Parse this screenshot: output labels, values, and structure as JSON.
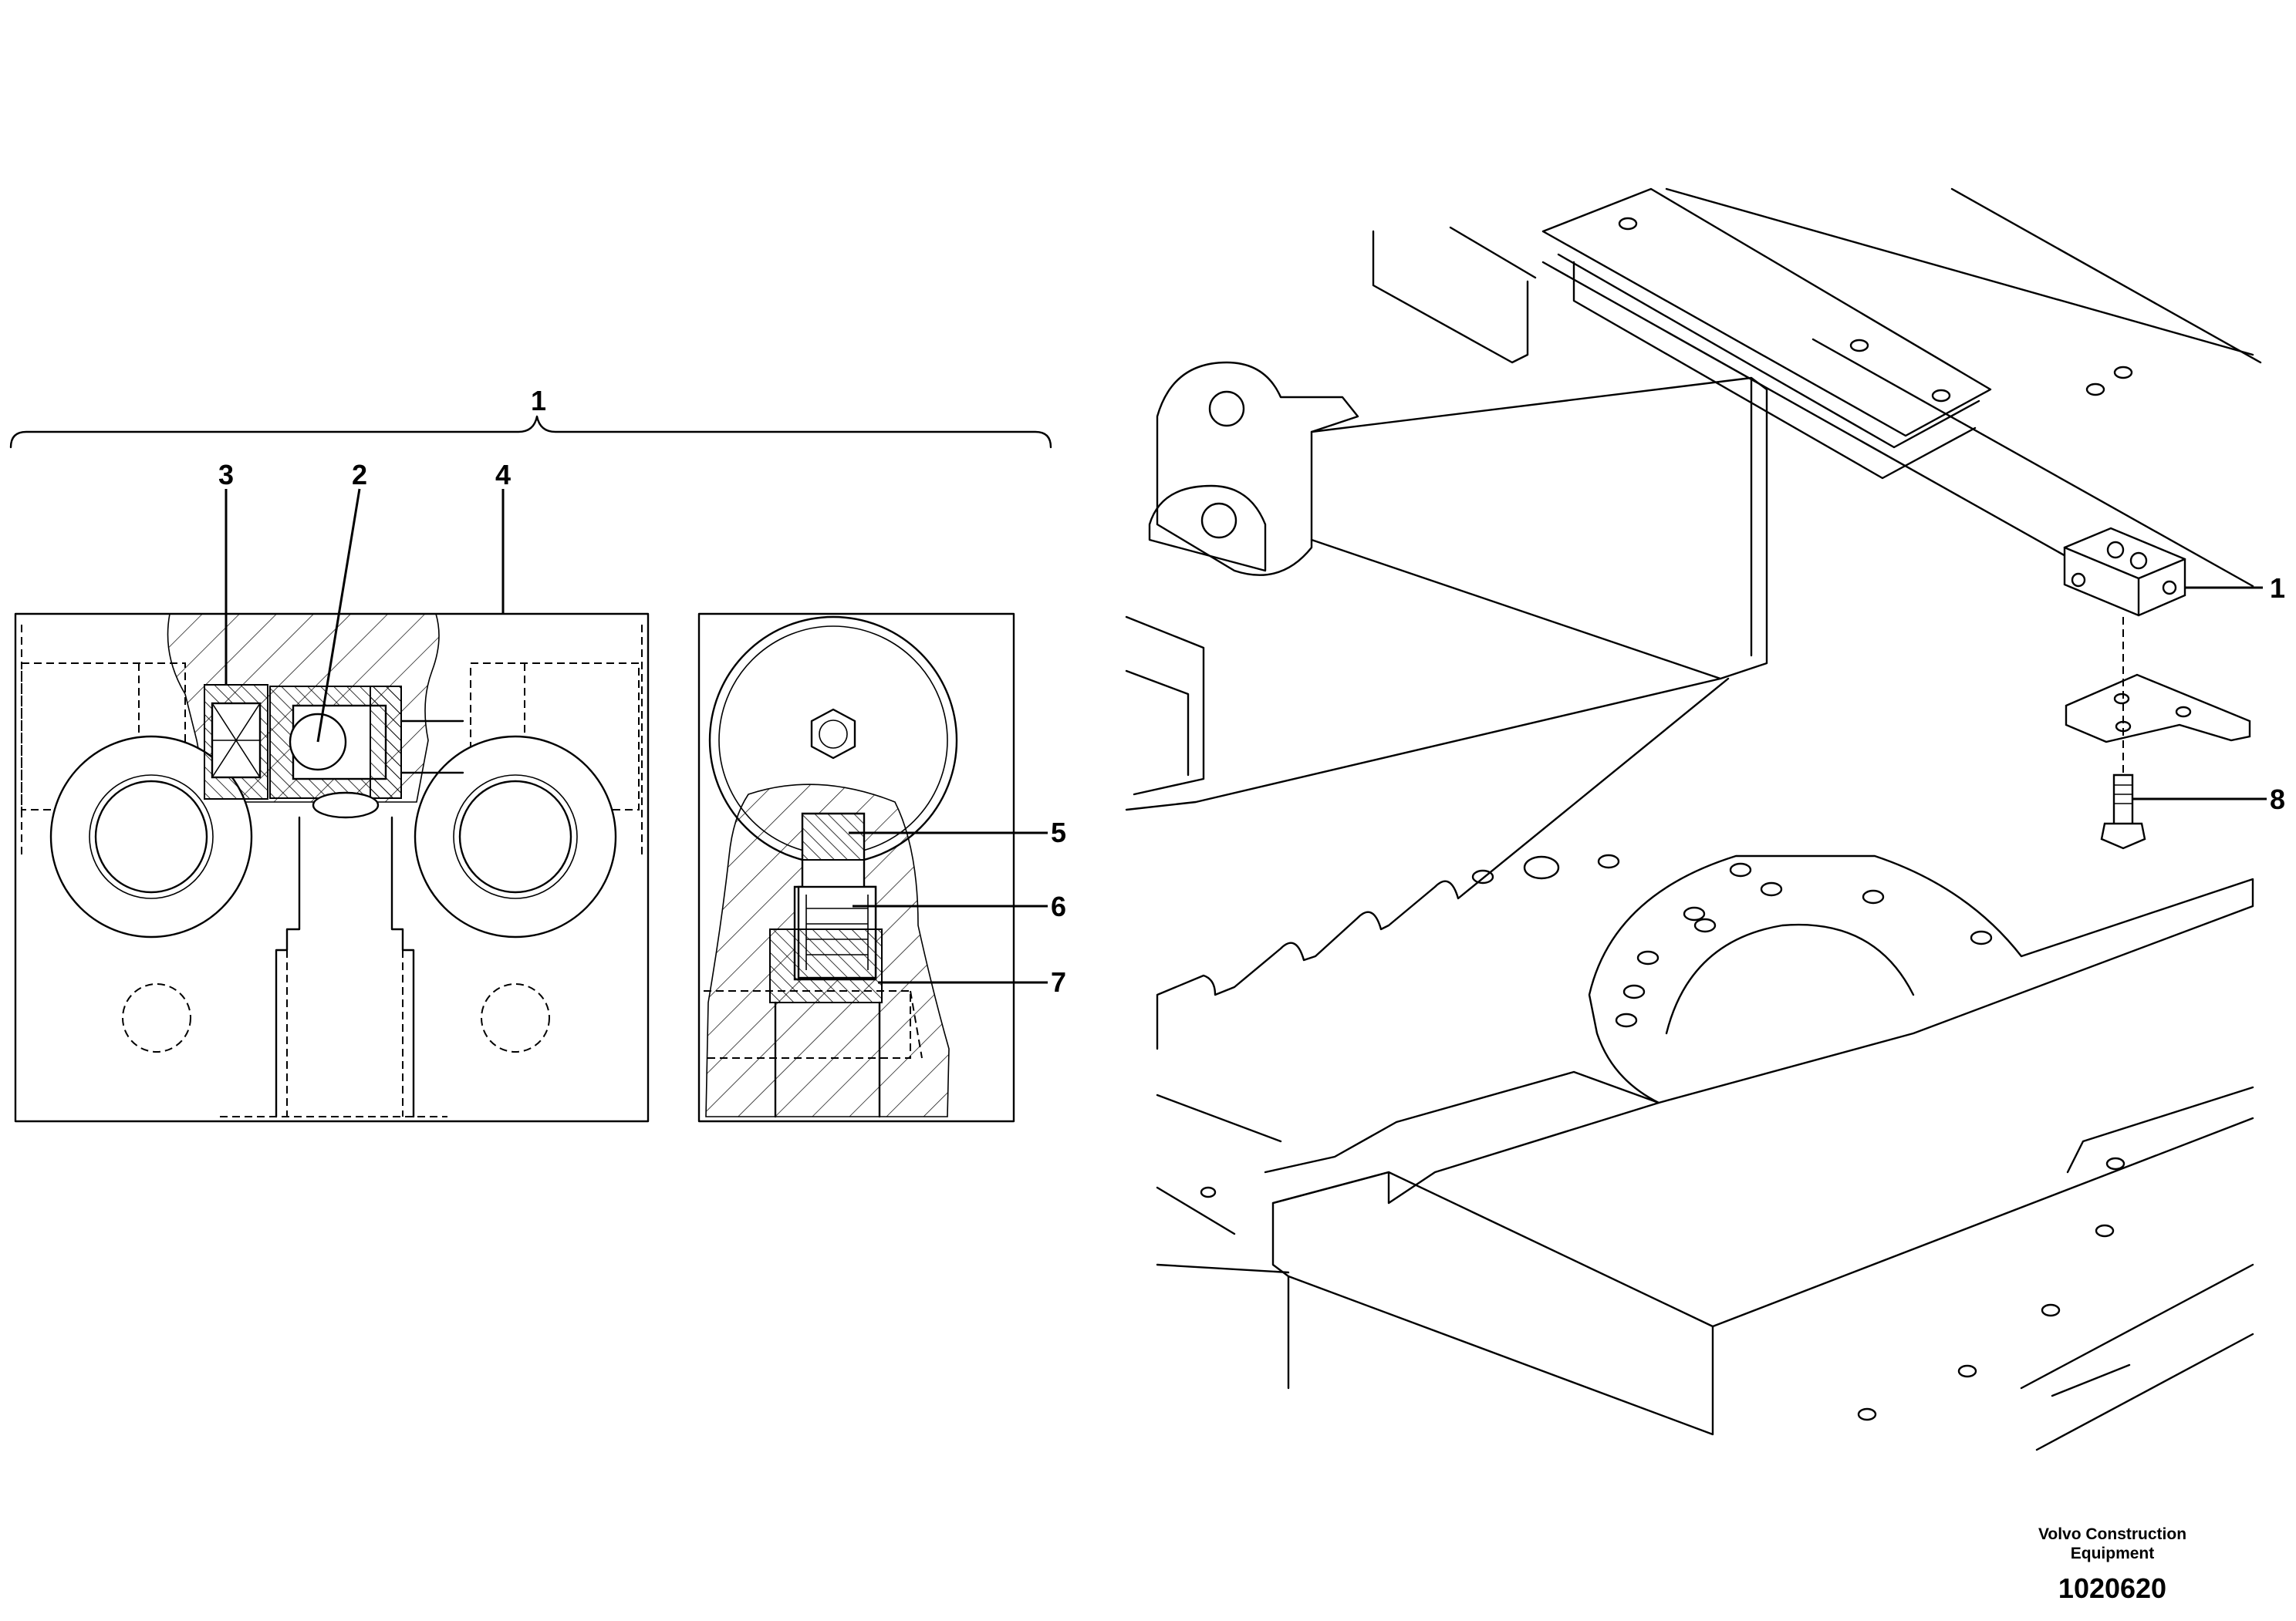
{
  "callouts": {
    "c1": "1",
    "c2": "2",
    "c3": "3",
    "c4": "4",
    "c5": "5",
    "c6": "6",
    "c7": "7",
    "c1_right": "1",
    "c8": "8"
  },
  "footer": {
    "credit_line1": "Volvo Construction",
    "credit_line2": "Equipment",
    "figure_number": "1020620"
  }
}
